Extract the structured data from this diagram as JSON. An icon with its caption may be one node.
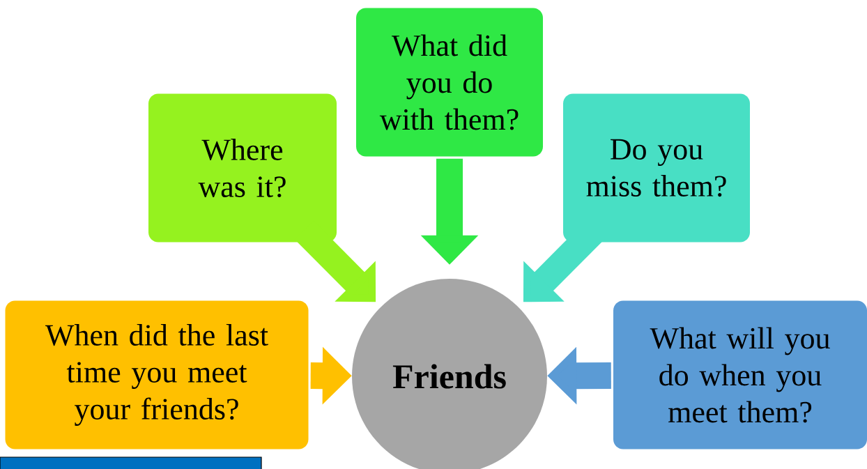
{
  "diagram": {
    "nodes": [
      {
        "text": [
          "What did you do with them?"
        ]
      },
      {
        "text": [
          "Where was it?"
        ]
      },
      {
        "text": [
          "Do you miss them?"
        ]
      },
      {
        "text": [
          "When did the last time you meet your friends?"
        ]
      },
      {
        "text": [
          "Friends"
        ]
      },
      {
        "text": [
          "What will you do when you meet them?"
        ]
      }
    ],
    "edges": [
      {
        "from": 0,
        "to": 4,
        "arrow": "to",
        "color": "#2fe845"
      },
      {
        "from": 1,
        "to": 4,
        "arrow": "to",
        "color": "#95f21f"
      },
      {
        "from": 2,
        "to": 4,
        "arrow": "to",
        "color": "#48dfc4"
      },
      {
        "from": 3,
        "to": 4,
        "arrow": "to",
        "color": "#ffc000"
      },
      {
        "from": 5,
        "to": 4,
        "arrow": "to",
        "color": "#5b9bd5"
      }
    ]
  }
}
